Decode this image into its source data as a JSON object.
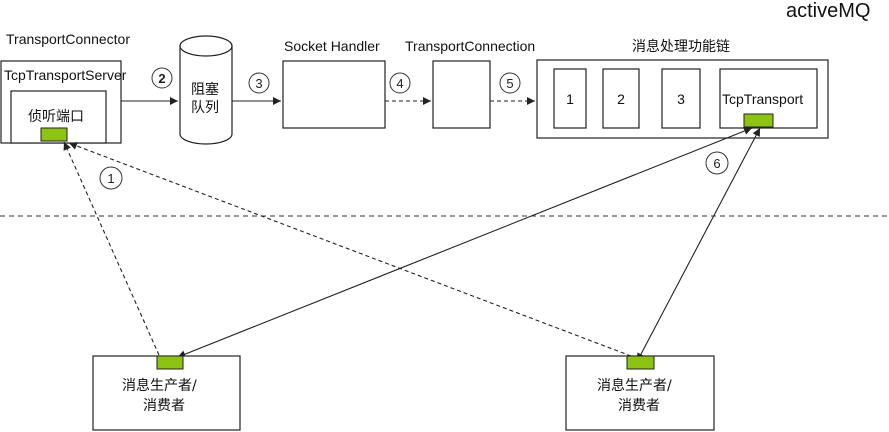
{
  "title": "activeMQ",
  "transport_connector": {
    "label": "TransportConnector",
    "server_label": "TcpTransportServer",
    "listen_port_label": "侦听端口"
  },
  "blocking_queue": {
    "line1": "阻塞",
    "line2": "队列"
  },
  "socket_handler": {
    "label": "Socket Handler"
  },
  "transport_connection": {
    "label": "TransportConnection"
  },
  "processing_chain": {
    "label": "消息处理功能链",
    "stages": [
      "1",
      "2",
      "3"
    ],
    "tcp_transport_label": "TcpTransport"
  },
  "clients": [
    {
      "line1": "消息生产者/",
      "line2": "消费者"
    },
    {
      "line1": "消息生产者/",
      "line2": "消费者"
    }
  ],
  "steps": [
    "1",
    "2",
    "3",
    "4",
    "5",
    "6"
  ],
  "colors": {
    "port": "#8dc414",
    "line": "#222222"
  }
}
